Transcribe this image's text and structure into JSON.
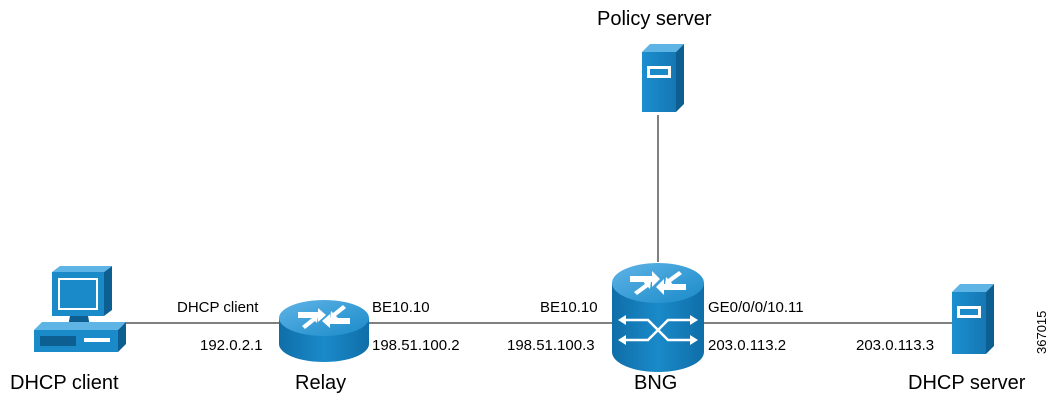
{
  "nodes": {
    "dhcp_client": {
      "label": "DHCP client"
    },
    "relay": {
      "label": "Relay"
    },
    "bng": {
      "label": "BNG"
    },
    "dhcp_server": {
      "label": "DHCP server"
    },
    "policy_server": {
      "label": "Policy server"
    }
  },
  "links": {
    "client_relay": {
      "client_side_label": "DHCP client",
      "relay_ip": "192.0.2.1"
    },
    "relay_bng": {
      "relay_if": "BE10.10",
      "relay_ip": "198.51.100.2",
      "bng_if": "BE10.10",
      "bng_ip": "198.51.100.3"
    },
    "bng_server": {
      "bng_if": "GE0/0/0/10.11",
      "bng_ip": "203.0.113.2",
      "server_ip": "203.0.113.3"
    }
  },
  "figure_id": "367015",
  "colors": {
    "device_blue": "#1a8ac9",
    "device_dark": "#0d5f91",
    "line": "#000000"
  },
  "icons": {
    "client": "computer-icon",
    "relay": "router-icon",
    "bng": "bng-router-icon",
    "server": "server-icon",
    "policy": "server-icon"
  }
}
